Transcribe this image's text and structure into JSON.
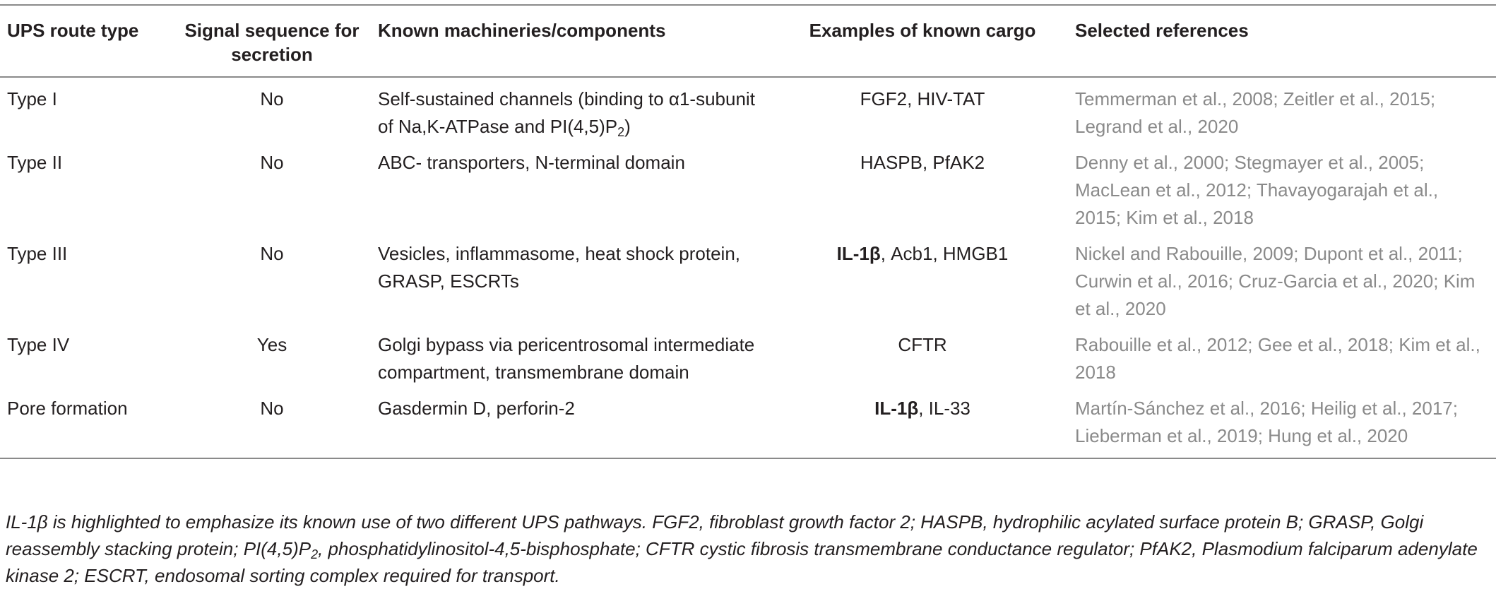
{
  "table": {
    "headers": {
      "route_type": "UPS route type",
      "signal_sequence": "Signal sequence for secretion",
      "machineries": "Known machineries/components",
      "cargo": "Examples of known cargo",
      "references": "Selected references"
    },
    "rows": [
      {
        "route": "Type I",
        "signal": "No",
        "mach_pre": "Self-sustained channels (binding to α1-subunit of Na,K-ATPase and PI(4,5)P",
        "mach_sub": "2",
        "mach_post": ")",
        "cargo_bold": "",
        "cargo_rest": "FGF2, HIV-TAT",
        "refs": "Temmerman et al., 2008; Zeitler et al., 2015; Legrand et al., 2020"
      },
      {
        "route": "Type II",
        "signal": "No",
        "mach_pre": "ABC- transporters, N-terminal domain",
        "mach_sub": "",
        "mach_post": "",
        "cargo_bold": "",
        "cargo_rest": "HASPB, PfAK2",
        "refs": "Denny et al., 2000; Stegmayer et al., 2005; MacLean et al., 2012; Thavayogarajah et al., 2015; Kim et al., 2018"
      },
      {
        "route": "Type III",
        "signal": "No",
        "mach_pre": "Vesicles, inflammasome, heat shock protein, GRASP, ESCRTs",
        "mach_sub": "",
        "mach_post": "",
        "cargo_bold": "IL-1β",
        "cargo_rest": ", Acb1, HMGB1",
        "refs": "Nickel and Rabouille, 2009; Dupont et al., 2011; Curwin et al., 2016; Cruz-Garcia et al., 2020; Kim et al., 2020"
      },
      {
        "route": "Type IV",
        "signal": "Yes",
        "mach_pre": "Golgi bypass via pericentrosomal intermediate compartment, transmembrane domain",
        "mach_sub": "",
        "mach_post": "",
        "cargo_bold": "",
        "cargo_rest": "CFTR",
        "refs": "Rabouille et al., 2012; Gee et al., 2018; Kim et al., 2018"
      },
      {
        "route": "Pore formation",
        "signal": "No",
        "mach_pre": "Gasdermin D, perforin-2",
        "mach_sub": "",
        "mach_post": "",
        "cargo_bold": "IL-1β",
        "cargo_rest": ", IL-33",
        "refs": "Martín-Sánchez et al., 2016; Heilig et al., 2017; Lieberman et al., 2019; Hung et al., 2020"
      }
    ]
  },
  "footnote": {
    "pre": "IL-1β is highlighted to emphasize its known use of two different UPS pathways. FGF2, fibroblast growth factor 2; HASPB, hydrophilic acylated surface protein B; GRASP, Golgi reassembly stacking protein; PI(4,5)P",
    "sub": "2",
    "post": ", phosphatidylinositol-4,5-bisphosphate; CFTR cystic fibrosis transmembrane conductance regulator; PfAK2, Plasmodium falciparum adenylate kinase 2; ESCRT, endosomal sorting complex required for transport."
  },
  "colors": {
    "text": "#231f20",
    "reference_text": "#8a8a8a",
    "rule_lines": "#8a8a8a"
  }
}
